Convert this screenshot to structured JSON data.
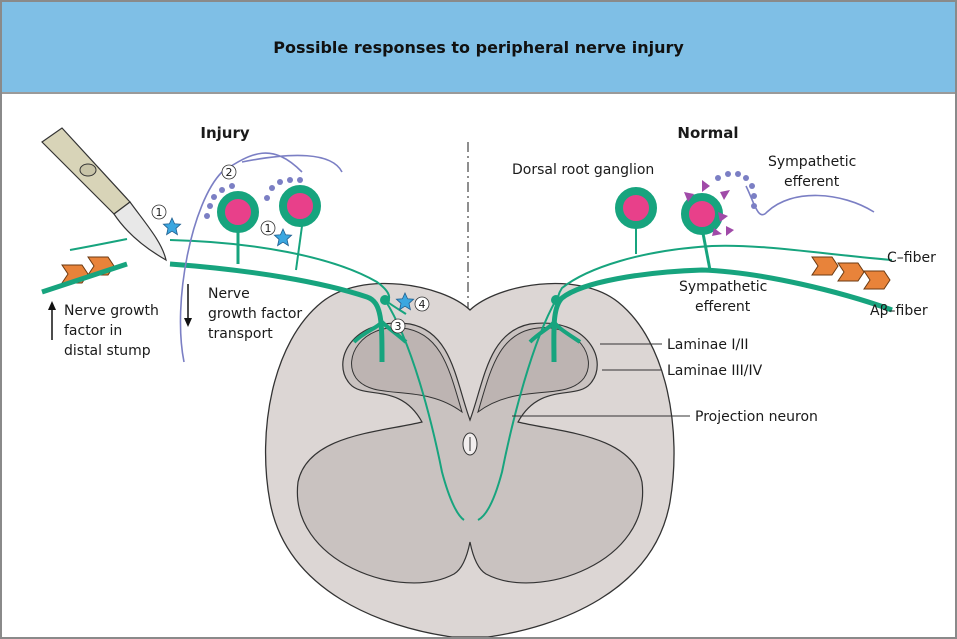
{
  "title": "Possible responses to peripheral nerve injury",
  "sides": {
    "injury": "Injury",
    "normal": "Normal"
  },
  "labels": {
    "drg": "Dorsal root ganglion",
    "symp_efferent_top_1": "Sympathetic",
    "symp_efferent_top_2": "efferent",
    "symp_efferent_mid_1": "Sympathetic",
    "symp_efferent_mid_2": "efferent",
    "c_fiber": "C–fiber",
    "ab_fiber": "Aβ–fiber",
    "laminae_12": "Laminae I/II",
    "laminae_34": "Laminae III/IV",
    "projection": "Projection neuron",
    "ngf_stump_1": "Nerve growth",
    "ngf_stump_2": "factor in",
    "ngf_stump_3": "distal stump",
    "ngf_transport_1": "Nerve",
    "ngf_transport_2": "growth factor",
    "ngf_transport_3": "transport"
  },
  "markers": {
    "m1": "1",
    "m2": "2",
    "m3": "3",
    "m4": "4"
  },
  "colors": {
    "header_bg": "#7fbfe6",
    "nerve_green": "#17a47e",
    "soma_pink": "#e8408a",
    "sympathetic_purple": "#7b7fc4",
    "cord_outer": "#dcd6d4",
    "grey_matter": "#c9c2c0",
    "dorsal_horn": "#bdb4b2",
    "injury_star": "#3ba7e0",
    "myelin_orange": "#e8833a",
    "release_triangles": "#a04aa8"
  },
  "icons": [
    "scalpel-icon",
    "injury-star-icon",
    "arrow-up-icon",
    "arrow-down-icon"
  ]
}
